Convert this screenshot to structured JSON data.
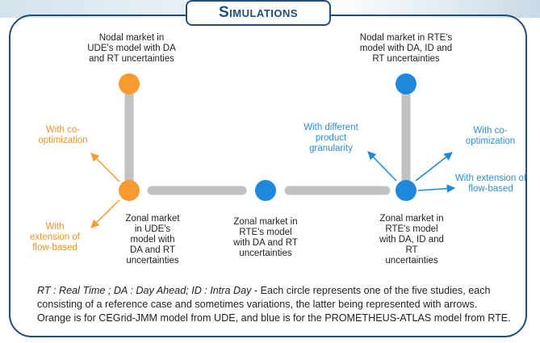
{
  "title": "Simulations",
  "colors": {
    "udeOrange": "#f79a30",
    "rteBlue": "#1e88dd",
    "connector": "#c2c2c2",
    "frame": "#1f4e79"
  },
  "nodes": {
    "ude_nodal": "Nodal market in\nUDE's model with DA\nand RT uncertainties",
    "ude_zonal": "Zonal market\nin UDE's\nmodel with\nDA and RT\nuncertainties",
    "rte_zonal_center": "Zonal market in\nRTE's model\nwith DA and RT\nuncertainties",
    "rte_zonal_right": "Zonal market in\nRTE's model\nwith DA, ID and\nRT\nuncertainties",
    "rte_nodal": "Nodal market in RTE's\nmodel with DA, ID and\nRT uncertainties"
  },
  "variations": {
    "ude_cooptimization": "With co-\noptimization",
    "ude_flowbased": "With\nextension of\nflow-based",
    "rte_granularity": "With different\nproduct\ngranularity",
    "rte_cooptimization": "With co-\noptimization",
    "rte_flowbased": "With extension of\nflow-based"
  },
  "caption": {
    "legend": "RT : Real Time ; DA : Day Ahead; ID : Intra Day",
    "text": " - Each circle represents one of the five studies, each consisting of a reference case and sometimes variations, the latter being represented with arrows. Orange is for CEGrid-JMM model from UDE, and blue is for the PROMETHEUS-ATLAS model from RTE."
  }
}
